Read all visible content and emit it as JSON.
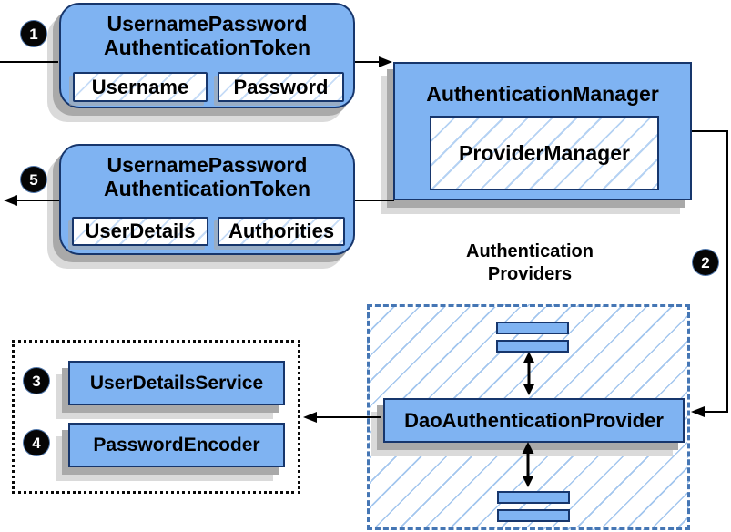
{
  "colors": {
    "node_fill": "#7fb3f2",
    "node_border": "#17366c",
    "dashed_border": "#4576b4",
    "hatch_line": "#a3c6ee",
    "shadow": "#a9a9a9",
    "arrow": "#000000"
  },
  "badges": {
    "step1": "1",
    "step2": "2",
    "step3": "3",
    "step4": "4",
    "step5": "5"
  },
  "request_token": {
    "title_line1": "UsernamePassword",
    "title_line2": "AuthenticationToken",
    "fields": [
      "Username",
      "Password"
    ]
  },
  "authentication_manager": {
    "title": "AuthenticationManager",
    "inner_label": "ProviderManager"
  },
  "response_token": {
    "title_line1": "UsernamePassword",
    "title_line2": "AuthenticationToken",
    "fields": [
      "UserDetails",
      "Authorities"
    ]
  },
  "providers_section": {
    "heading_line1": "Authentication",
    "heading_line2": "Providers",
    "provider_label": "DaoAuthenticationProvider"
  },
  "collaborators": {
    "items": [
      "UserDetailsService",
      "PasswordEncoder"
    ]
  }
}
